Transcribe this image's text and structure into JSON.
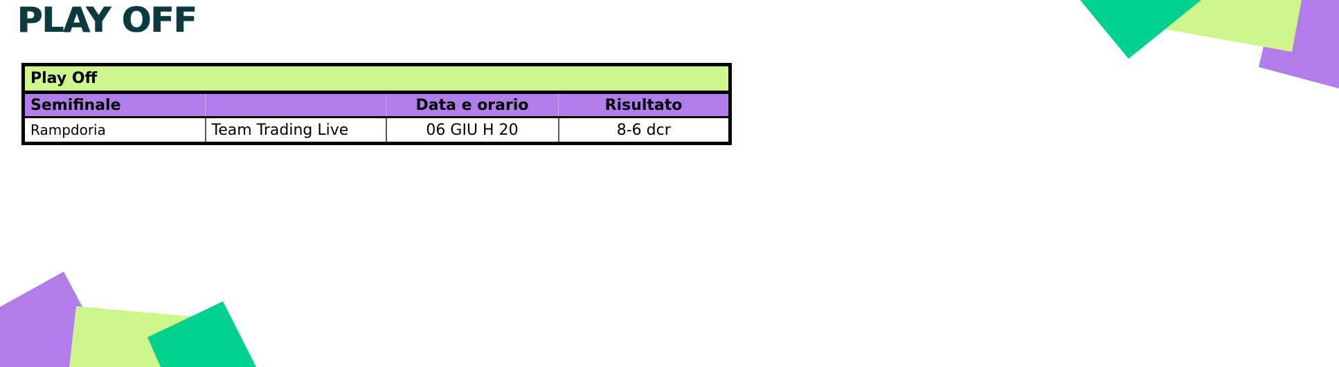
{
  "page": {
    "title": "PLAY OFF"
  },
  "table": {
    "title": "Play Off",
    "header": {
      "round": "Semifinale",
      "opponent": "",
      "datetime": "Data e orario",
      "result": "Risultato"
    },
    "rows": [
      {
        "home": "Rampdoria",
        "away": "Team Trading Live",
        "datetime": "06 GIU H 20",
        "result": "8-6 dcr"
      }
    ]
  },
  "colors": {
    "title_text": "#0b3b41",
    "lime": "#cff58d",
    "purple": "#b07deb",
    "green": "#00d18f"
  }
}
